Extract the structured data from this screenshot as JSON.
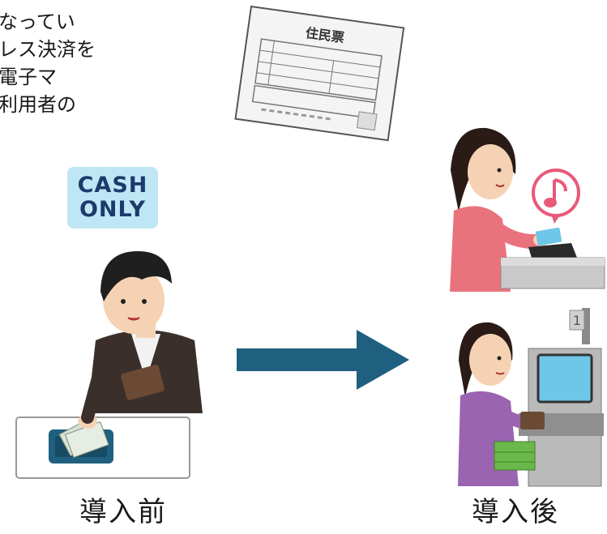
{
  "intro_lines": [
    "なってい",
    "レス決済を",
    "電子マ",
    "利用者の"
  ],
  "resident_card": {
    "title": "住民票"
  },
  "cash_sign": {
    "line1": "CASH",
    "line2": "ONLY"
  },
  "captions": {
    "before": "導入前",
    "after": "導入後"
  },
  "icons": {
    "document": "resident-record-icon",
    "arrow": "right-arrow-icon",
    "music_note": "music-note-icon",
    "queue_number": "1"
  },
  "colors": {
    "arrow": "#1f5f7f",
    "sign_bg": "#bfe6f5",
    "sign_text": "#1d3a6b",
    "bubble": "#e85a7a"
  }
}
